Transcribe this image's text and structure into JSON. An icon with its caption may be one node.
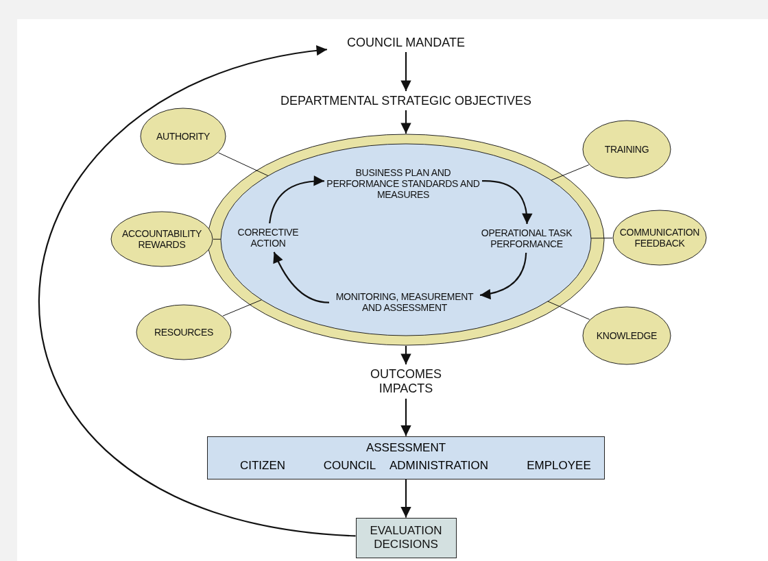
{
  "diagram": {
    "nodes": [
      {
        "text": [
          "COUNCIL MANDATE"
        ]
      },
      {
        "text": [
          "DEPARTMENTAL STRATEGIC OBJECTIVES"
        ]
      },
      {
        "text": [],
        "shape": "ellipse"
      },
      {
        "text": [
          "BUSINESS PLAN AND PERFORMANCE STANDARDS AND MEASURES"
        ],
        "in": 2
      },
      {
        "text": [
          "OPERATIONAL TASK PERFORMANCE"
        ],
        "in": 2
      },
      {
        "text": [
          "MONITORING, MEASUREMENT AND ASSESSMENT"
        ],
        "in": 2
      },
      {
        "text": [
          "CORRECTIVE ACTION"
        ],
        "in": 2
      },
      {
        "text": [
          "AUTHORITY"
        ]
      },
      {
        "text": [
          "TRAINING"
        ]
      },
      {
        "text": [
          "ACCOUNTABILITY REWARDS"
        ]
      },
      {
        "text": [
          "COMMUNICATION FEEDBACK"
        ]
      },
      {
        "text": [
          "RESOURCES"
        ]
      },
      {
        "text": [
          "KNOWLEDGE"
        ]
      },
      {
        "text": [
          "OUTCOMES IMPACTS"
        ]
      },
      {
        "text": [
          "ASSESSMENT",
          "CITIZEN",
          "COUNCIL",
          "ADMINISTRATION",
          "EMPLOYEE"
        ]
      },
      {
        "text": [
          "EVALUATION DECISIONS"
        ]
      }
    ],
    "edges": [
      {
        "from": 0,
        "to": 1,
        "arrow": "to"
      },
      {
        "from": 1,
        "to": 2,
        "arrow": "to"
      },
      {
        "from": 3,
        "to": 4,
        "arrow": "to"
      },
      {
        "from": 4,
        "to": 5,
        "arrow": "to"
      },
      {
        "from": 5,
        "to": 6,
        "arrow": "to"
      },
      {
        "from": 6,
        "to": 3,
        "arrow": "to"
      },
      {
        "from": 7,
        "to": 2,
        "arrow": "none"
      },
      {
        "from": 8,
        "to": 2,
        "arrow": "none"
      },
      {
        "from": 9,
        "to": 2,
        "arrow": "none"
      },
      {
        "from": 10,
        "to": 2,
        "arrow": "none"
      },
      {
        "from": 11,
        "to": 2,
        "arrow": "none"
      },
      {
        "from": 12,
        "to": 2,
        "arrow": "none"
      },
      {
        "from": 2,
        "to": 13,
        "arrow": "to"
      },
      {
        "from": 13,
        "to": 14,
        "arrow": "to"
      },
      {
        "from": 14,
        "to": 15,
        "arrow": "to"
      },
      {
        "from": 15,
        "to": 0,
        "arrow": "to"
      }
    ]
  }
}
